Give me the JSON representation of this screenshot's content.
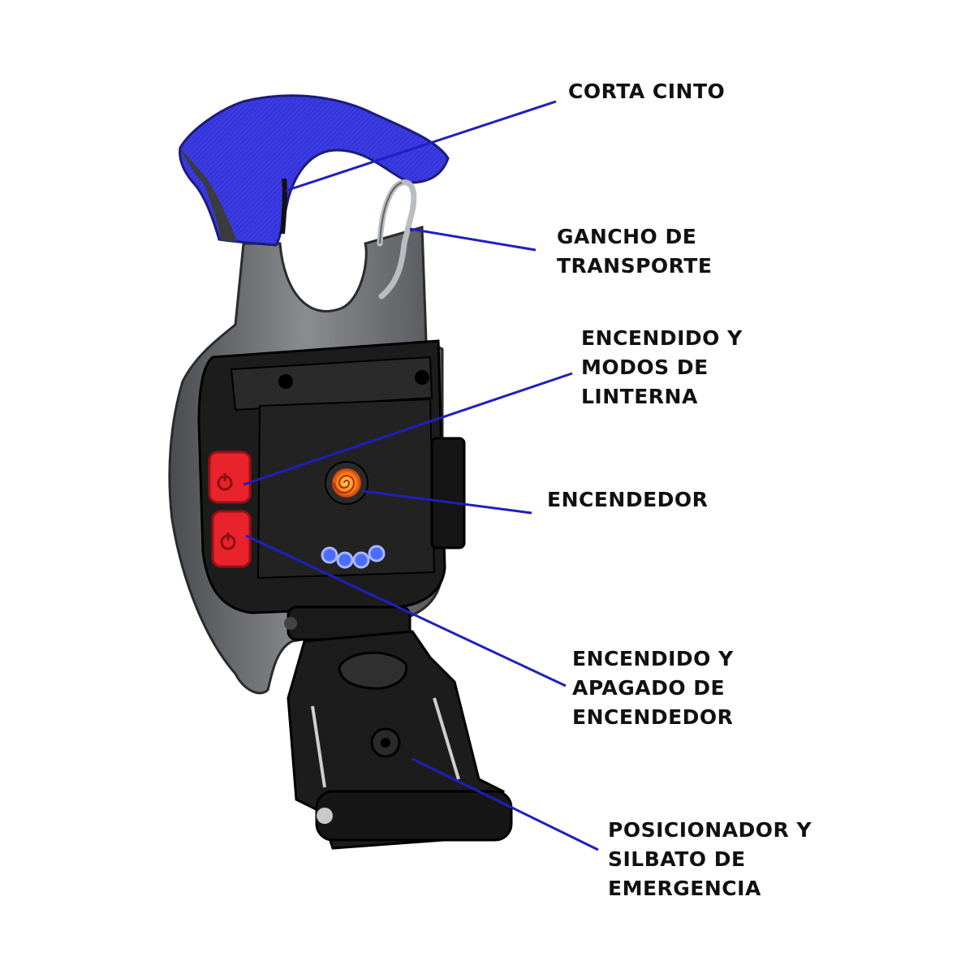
{
  "callouts": {
    "corta_cinto": [
      "CORTA CINTO"
    ],
    "gancho": [
      "GANCHO DE",
      "TRANSPORTE"
    ],
    "encendido_modos": [
      "ENCENDIDO Y",
      "MODOS DE",
      "LINTERNA"
    ],
    "encendedor": [
      "ENCENDEDOR"
    ],
    "encendido_apagado": [
      "ENCENDIDO Y",
      "APAGADO DE",
      "ENCENDEDOR"
    ],
    "posicionador": [
      "POSICIONADOR Y",
      "SILBATO DE",
      "EMERGENCIA"
    ]
  },
  "colors": {
    "leader_line": "#1f1fbf",
    "blade_blue": "#3a3ae0",
    "body_black": "#1a1a1a",
    "frame_gray": "#6e7073",
    "button_red": "#e8232b",
    "led_blue": "#4a6cff"
  },
  "icons": [
    "blade-icon",
    "carabiner-icon",
    "power-button-icon",
    "coil-lighter-icon",
    "led-icon",
    "whistle-icon"
  ]
}
